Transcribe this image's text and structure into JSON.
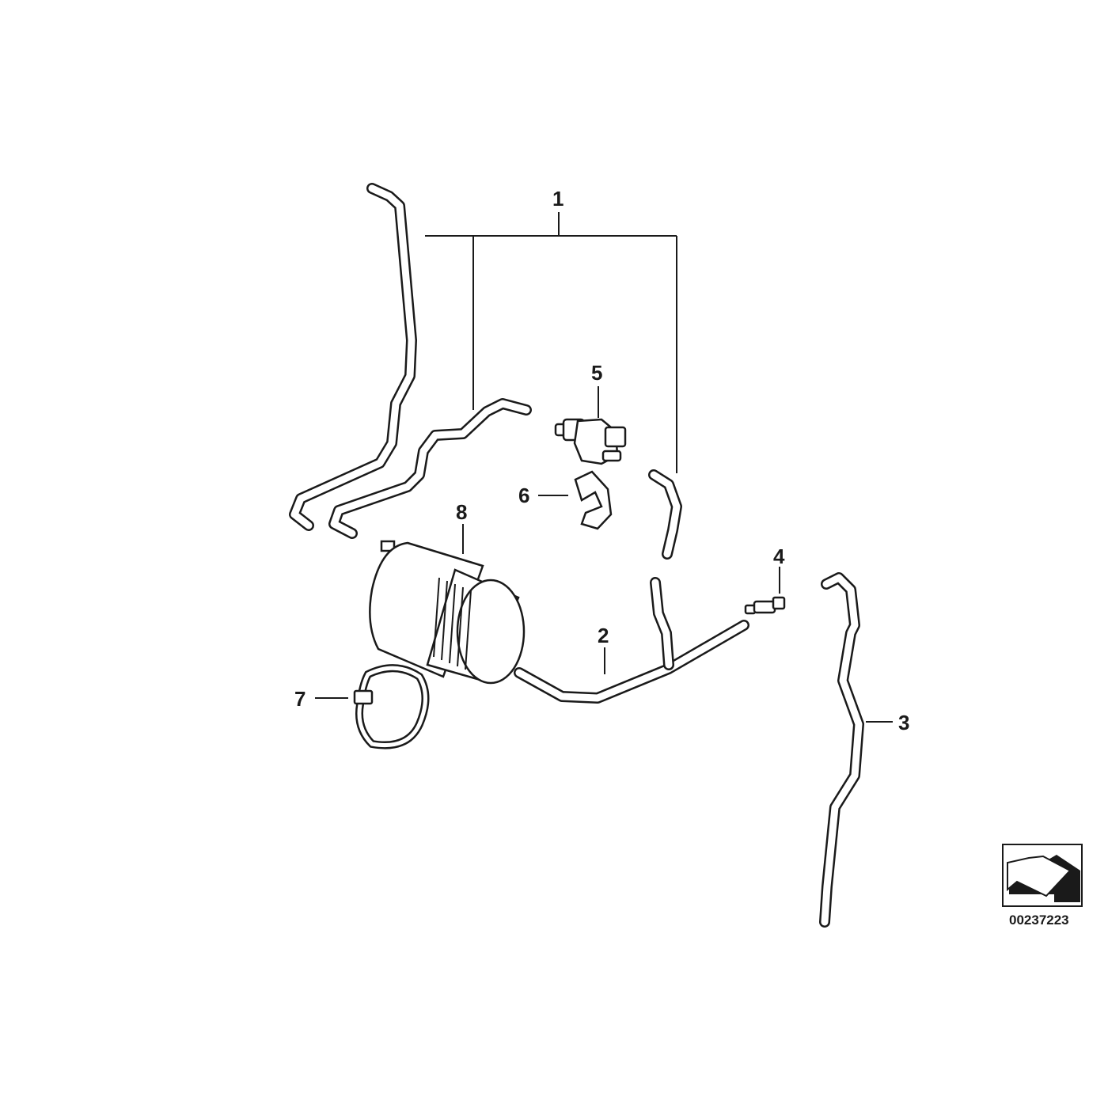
{
  "diagram": {
    "callouts": [
      {
        "id": "callout-1",
        "label": "1"
      },
      {
        "id": "callout-2",
        "label": "2"
      },
      {
        "id": "callout-3",
        "label": "3"
      },
      {
        "id": "callout-4",
        "label": "4"
      },
      {
        "id": "callout-5",
        "label": "5"
      },
      {
        "id": "callout-6",
        "label": "6"
      },
      {
        "id": "callout-7",
        "label": "7"
      },
      {
        "id": "callout-8",
        "label": "8"
      }
    ],
    "diagram_number": "00237223"
  },
  "colors": {
    "line": "#1a1a1a",
    "background": "#ffffff"
  }
}
